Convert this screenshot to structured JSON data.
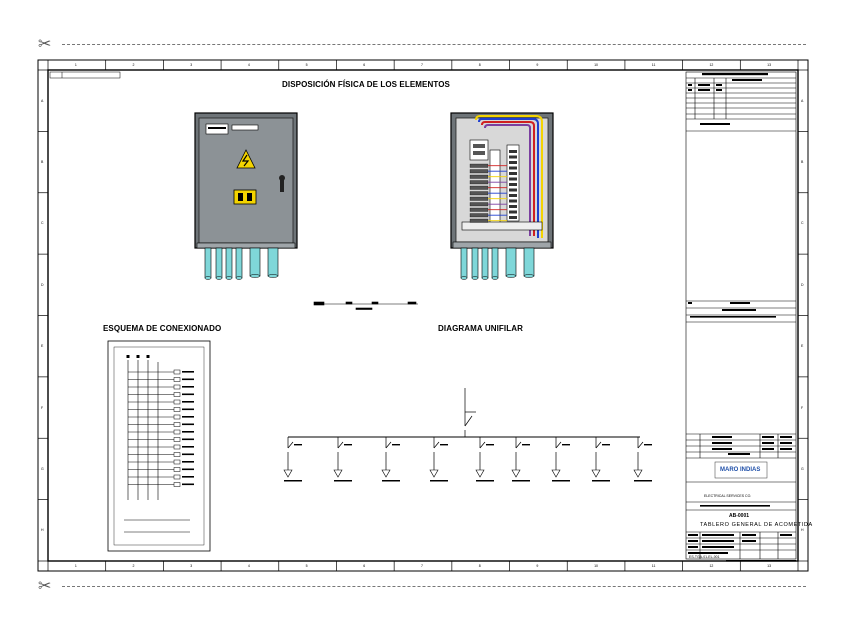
{
  "sheet": {
    "col_refs": [
      "1",
      "2",
      "3",
      "4",
      "5",
      "6",
      "7",
      "8",
      "9",
      "10",
      "11",
      "12",
      "13"
    ],
    "row_refs": [
      "A",
      "B",
      "C",
      "D",
      "E",
      "F",
      "G",
      "H"
    ]
  },
  "drawing": {
    "title_layout": "DISPOSICIÓN FÍSICA DE LOS ELEMENTOS",
    "title_wiring": "ESQUEMA DE CONEXIONADO",
    "title_single_line": "DIAGRAMA UNIFILAR"
  },
  "title_block": {
    "company_logo_text": "MARO INDIAS",
    "project_code": "AB-0001",
    "project_name": "TABLERO GENERAL DE ACOMETIDA",
    "company_name": "ELECTRICAL SERVICES CO.",
    "drawing_number": "ES-TGA-01-EL-001"
  }
}
